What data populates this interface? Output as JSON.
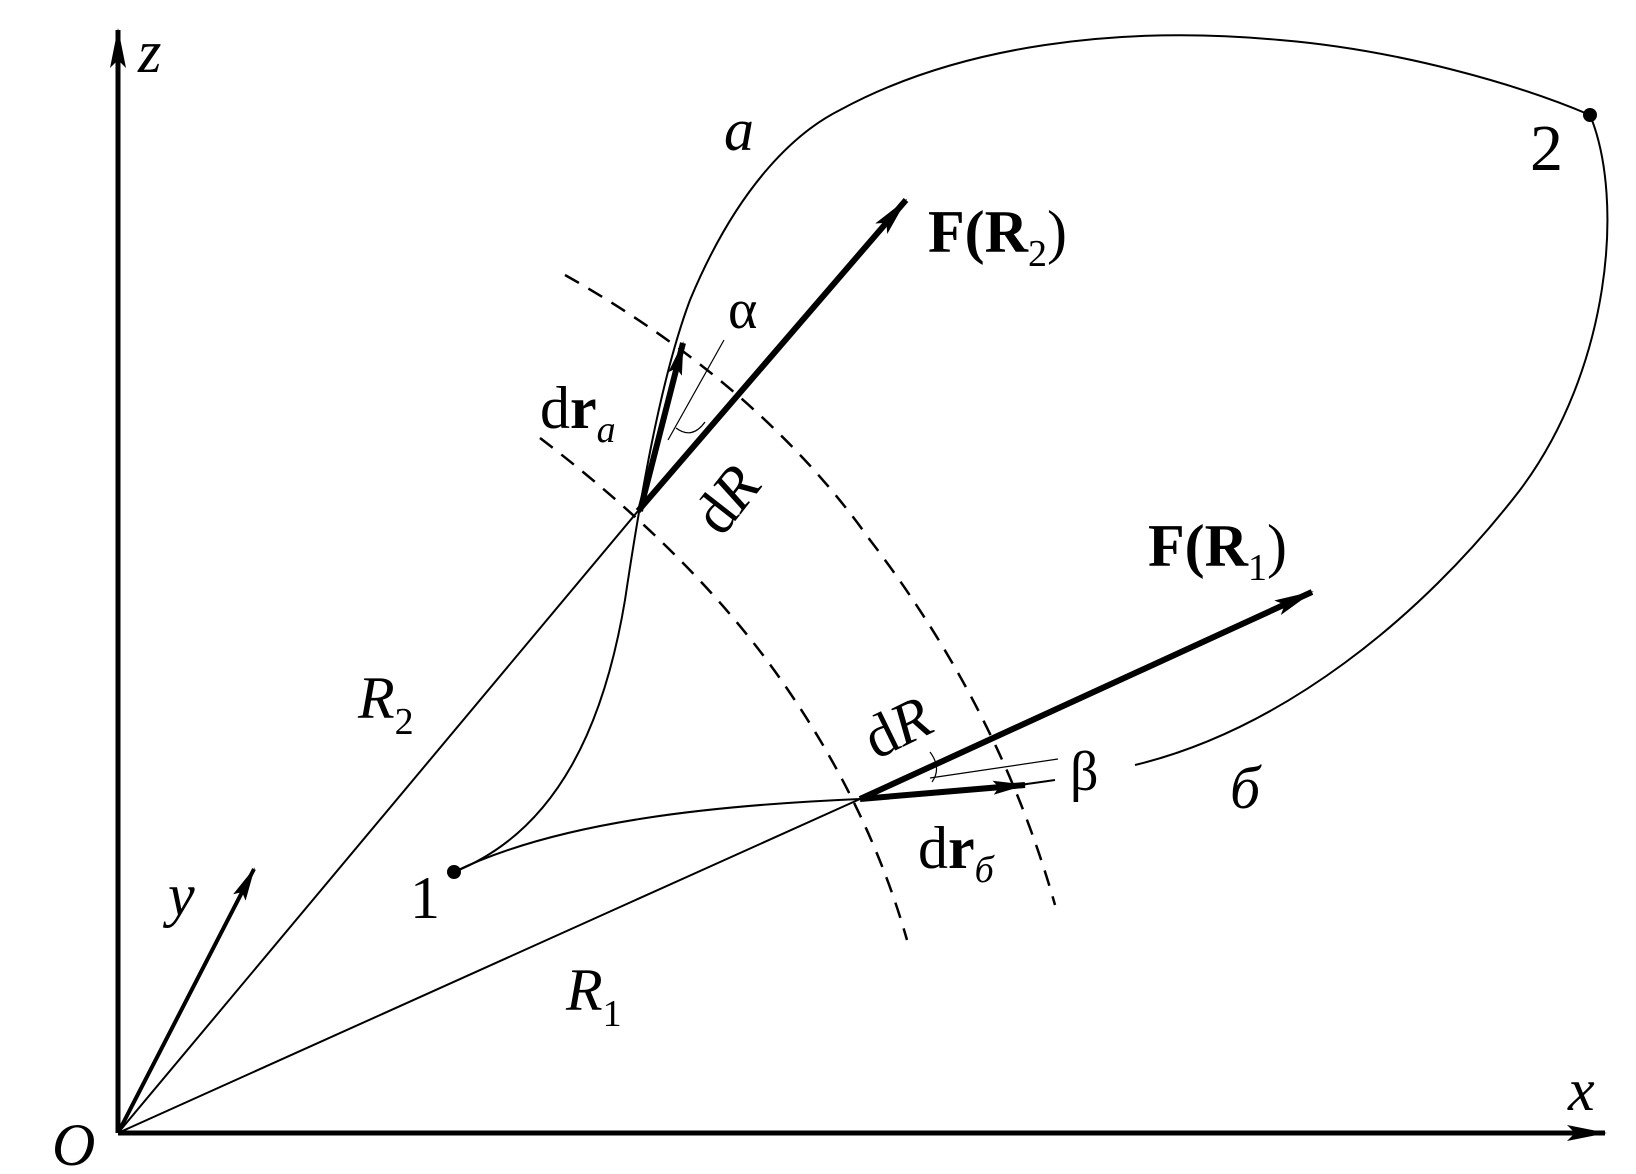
{
  "colors": {
    "ink": "#000000",
    "background": "#ffffff"
  },
  "labels": {
    "z_axis": "z",
    "x_axis": "x",
    "y_axis": "y",
    "origin": "O",
    "point_1": "1",
    "point_2": "2",
    "path_a": "a",
    "path_b": "б",
    "force_2": {
      "main": "F(R",
      "sub": "2",
      "close": ")"
    },
    "force_1": {
      "main": "F(R",
      "sub": "1",
      "close": ")"
    },
    "radius_2": {
      "main": "R",
      "sub": "2"
    },
    "radius_1": {
      "main": "R",
      "sub": "1"
    },
    "dr_a": {
      "d": "d",
      "r": "r",
      "sub": "a"
    },
    "dr_b": {
      "d": "d",
      "r": "r",
      "sub": "б"
    },
    "dR_upper": {
      "d": "d",
      "R": "R"
    },
    "dR_lower": {
      "d": "d",
      "R": "R"
    },
    "alpha": "α",
    "beta": "β"
  }
}
